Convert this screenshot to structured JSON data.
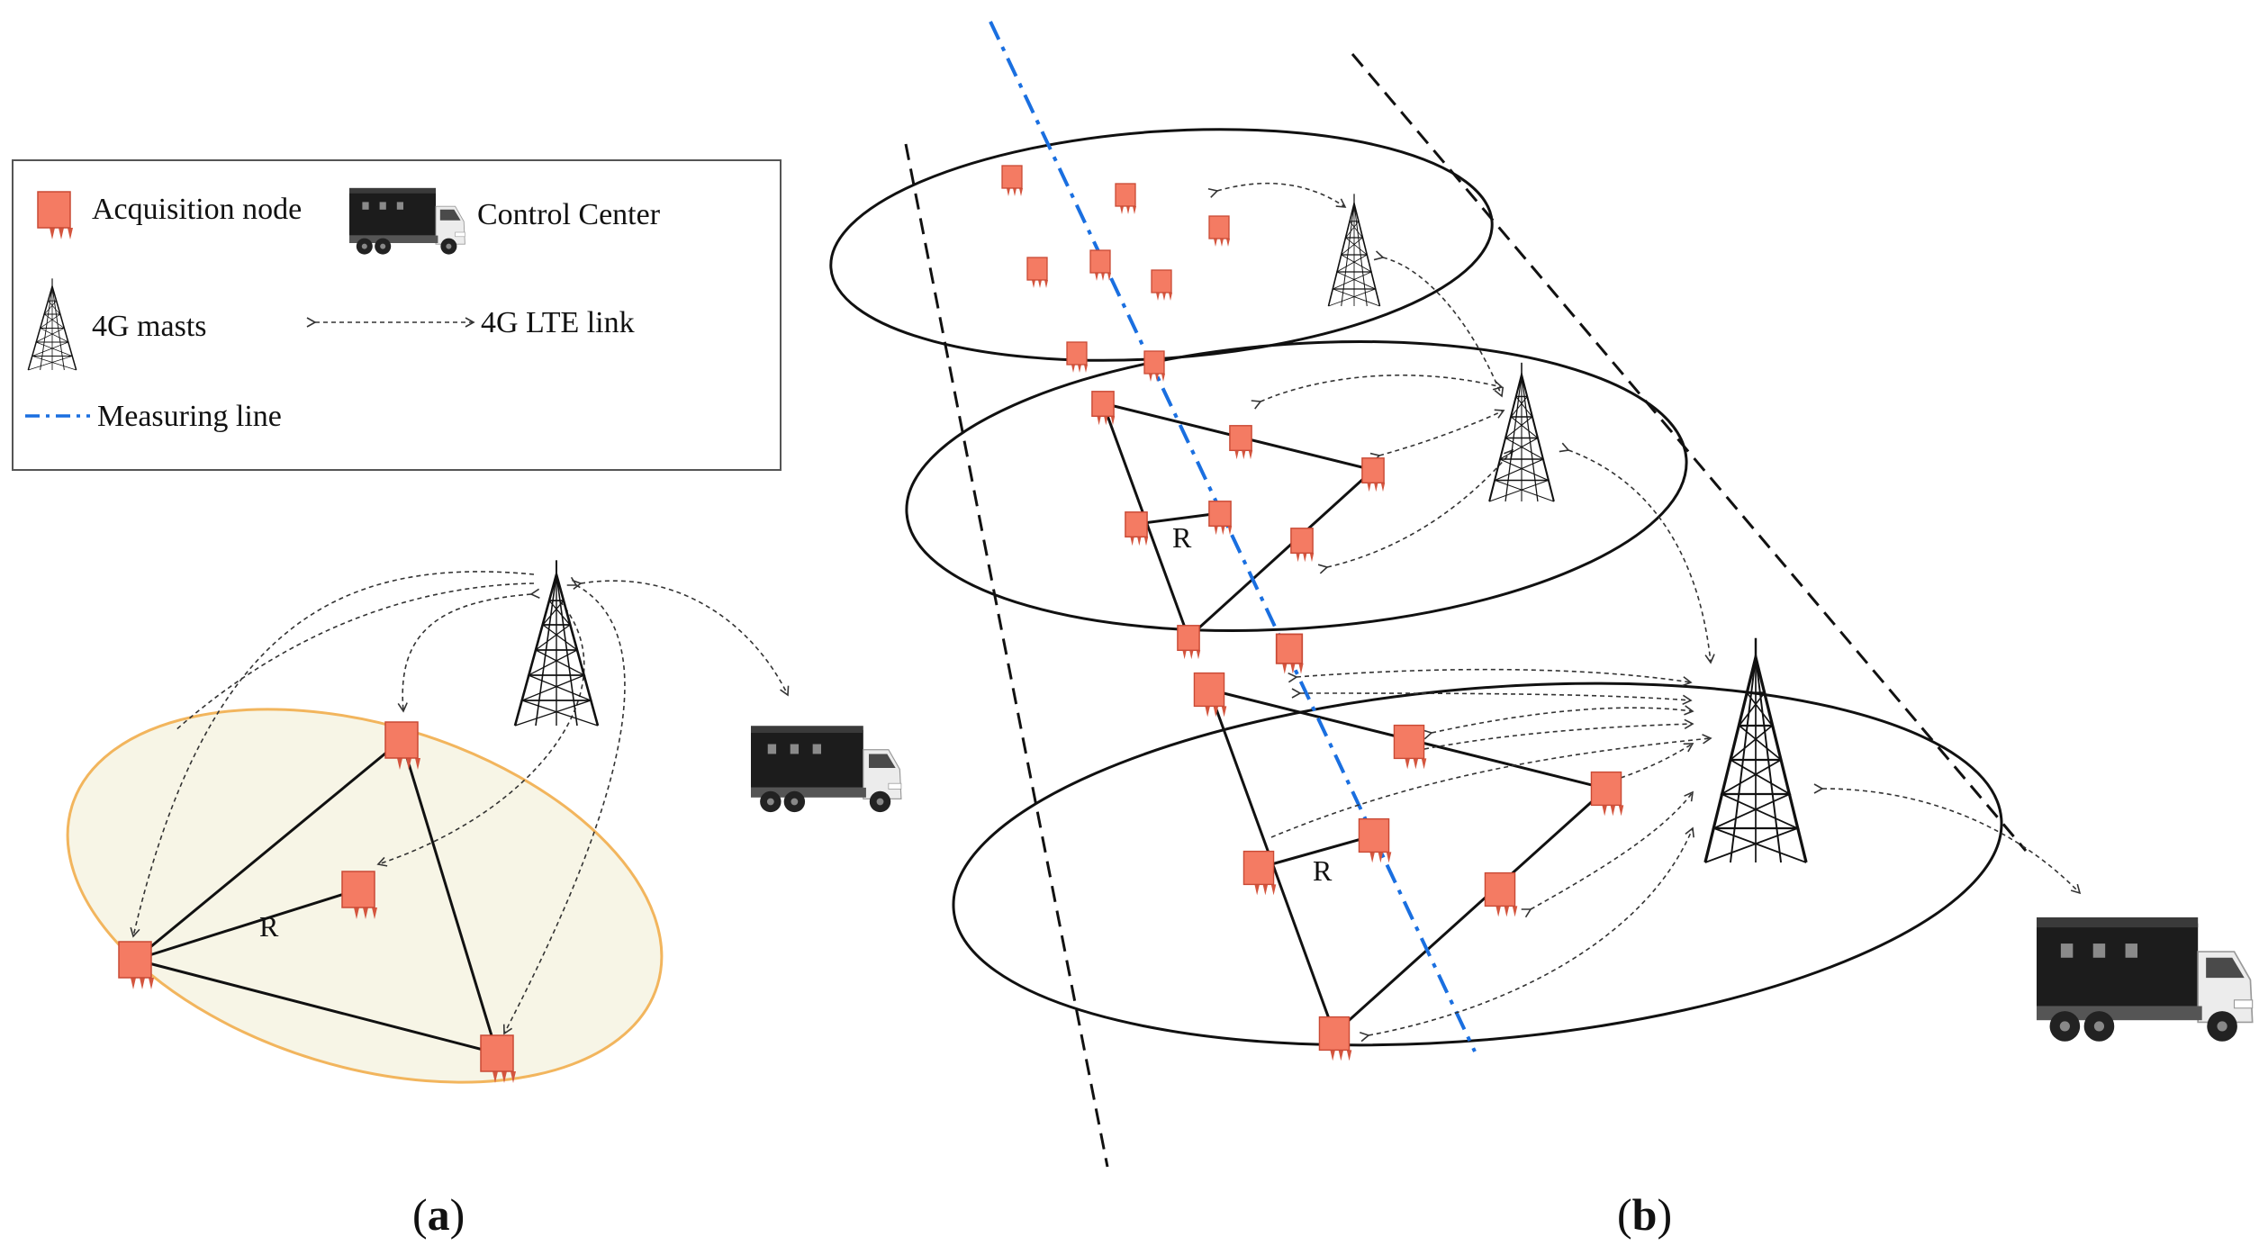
{
  "legend": {
    "acquisition_node": "Acquisition node",
    "control_center": "Control Center",
    "mast": "4G masts",
    "lte_link": "4G LTE link",
    "measuring_line": "Measuring line"
  },
  "panel_a": {
    "label_open": "(",
    "label_letter": "a",
    "label_close": ")",
    "distance_label": "R"
  },
  "panel_b": {
    "label_open": "(",
    "label_letter": "b",
    "label_close": ")",
    "distance_label_mid": "R",
    "distance_label_bottom": "R"
  },
  "colors": {
    "node_fill": "#f47b63",
    "node_stroke": "#c94a35",
    "measuring_line": "#1a6fe0",
    "area_fill": "#f7f5e6",
    "area_stroke": "#f2b55d",
    "line": "#111111"
  }
}
